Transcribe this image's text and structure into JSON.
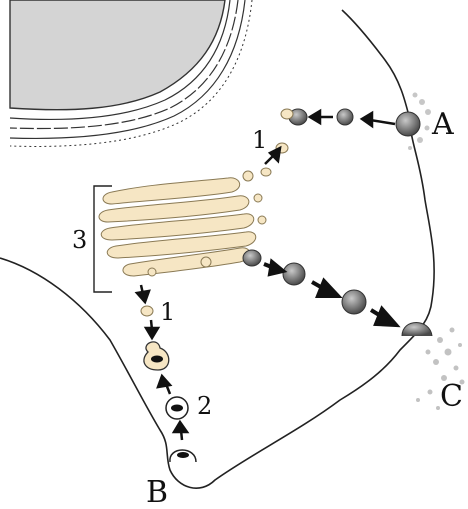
{
  "labels": {
    "A": "A",
    "B": "B",
    "C": "C",
    "one_top": "1",
    "one_bottom": "1",
    "two": "2",
    "three": "3"
  },
  "colors": {
    "cisterna_fill": "#f6e6c4",
    "nucleus_fill": "#d4d4d4",
    "vesicle_grey": "#8e8e8e",
    "outline": "#222222"
  }
}
